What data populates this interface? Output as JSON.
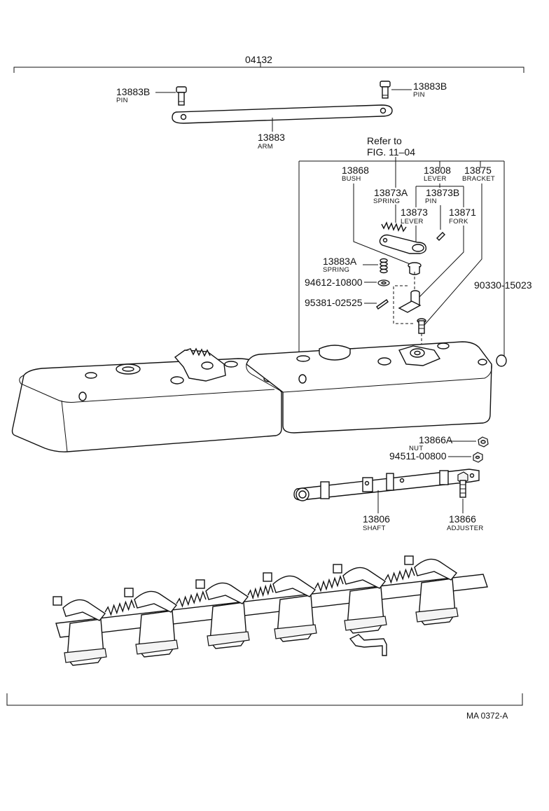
{
  "assembly_number": "04132",
  "figure_code": "MA  0372-A",
  "reference": {
    "line1": "Refer to",
    "line2": "FIG. 11–04"
  },
  "labels": {
    "pin_left": {
      "number": "13883B",
      "name": "PIN"
    },
    "pin_right": {
      "number": "13883B",
      "name": "PIN"
    },
    "arm": {
      "number": "13883",
      "name": "ARM"
    },
    "bush": {
      "number": "13868",
      "name": "BUSH"
    },
    "lever_top": {
      "number": "13808",
      "name": "LEVER"
    },
    "bracket": {
      "number": "13875",
      "name": "BRACKET"
    },
    "spring_a": {
      "number": "13873A",
      "name": "SPRING"
    },
    "pin_b": {
      "number": "13873B",
      "name": "PIN"
    },
    "lever_mid": {
      "number": "13873",
      "name": "LEVER"
    },
    "fork": {
      "number": "13871",
      "name": "FORK"
    },
    "spring_lower": {
      "number": "13883A",
      "name": "SPRING"
    },
    "washer_1": {
      "number": "94612-10800"
    },
    "pin_2": {
      "number": "95381-02525"
    },
    "gasket": {
      "number": "90330-15023"
    },
    "nut": {
      "number": "13866A",
      "name": "NUT"
    },
    "washer_2": {
      "number": "94511-00800"
    },
    "shaft": {
      "number": "13806",
      "name": "SHAFT"
    },
    "adjuster": {
      "number": "13866",
      "name": "ADJUSTER"
    }
  }
}
